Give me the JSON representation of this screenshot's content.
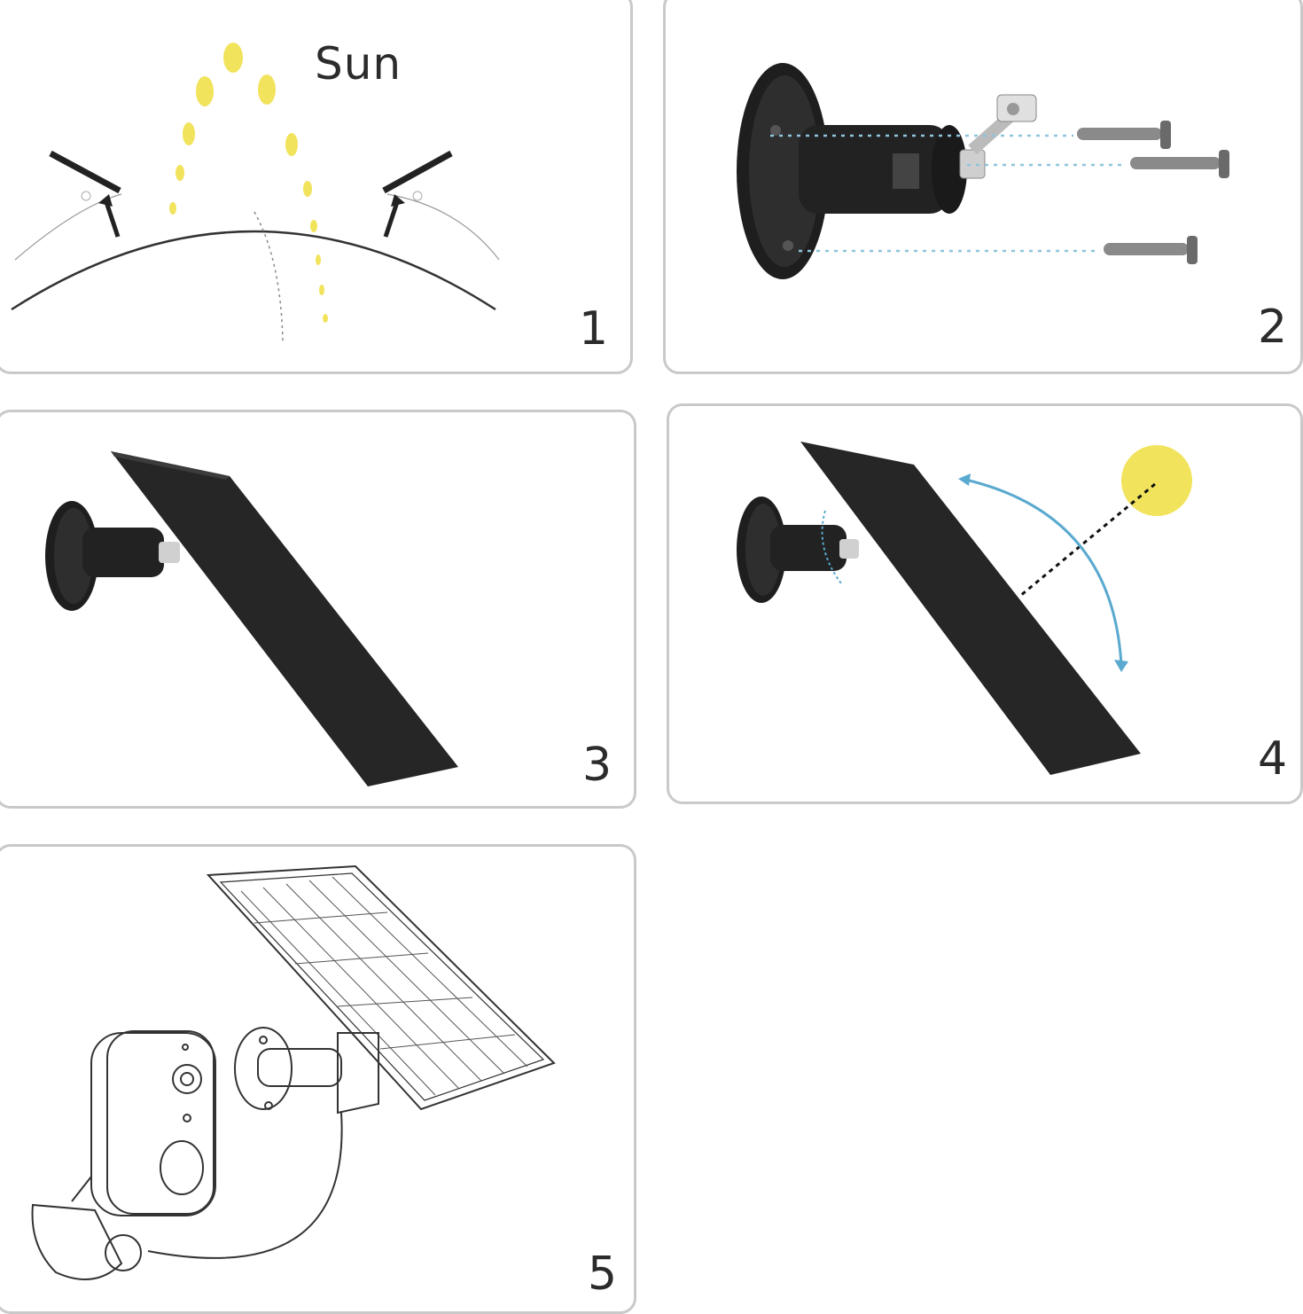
{
  "panels": [
    {
      "step": "1",
      "label": "Sun"
    },
    {
      "step": "2"
    },
    {
      "step": "3"
    },
    {
      "step": "4"
    },
    {
      "step": "5"
    }
  ],
  "colors": {
    "sun_yellow": "#f2e35c",
    "panel_black": "#2a2a2a",
    "guide_blue": "#8fc4dc",
    "arc_blue": "#5aa9cf",
    "outline_gray": "#c9c9c9"
  }
}
